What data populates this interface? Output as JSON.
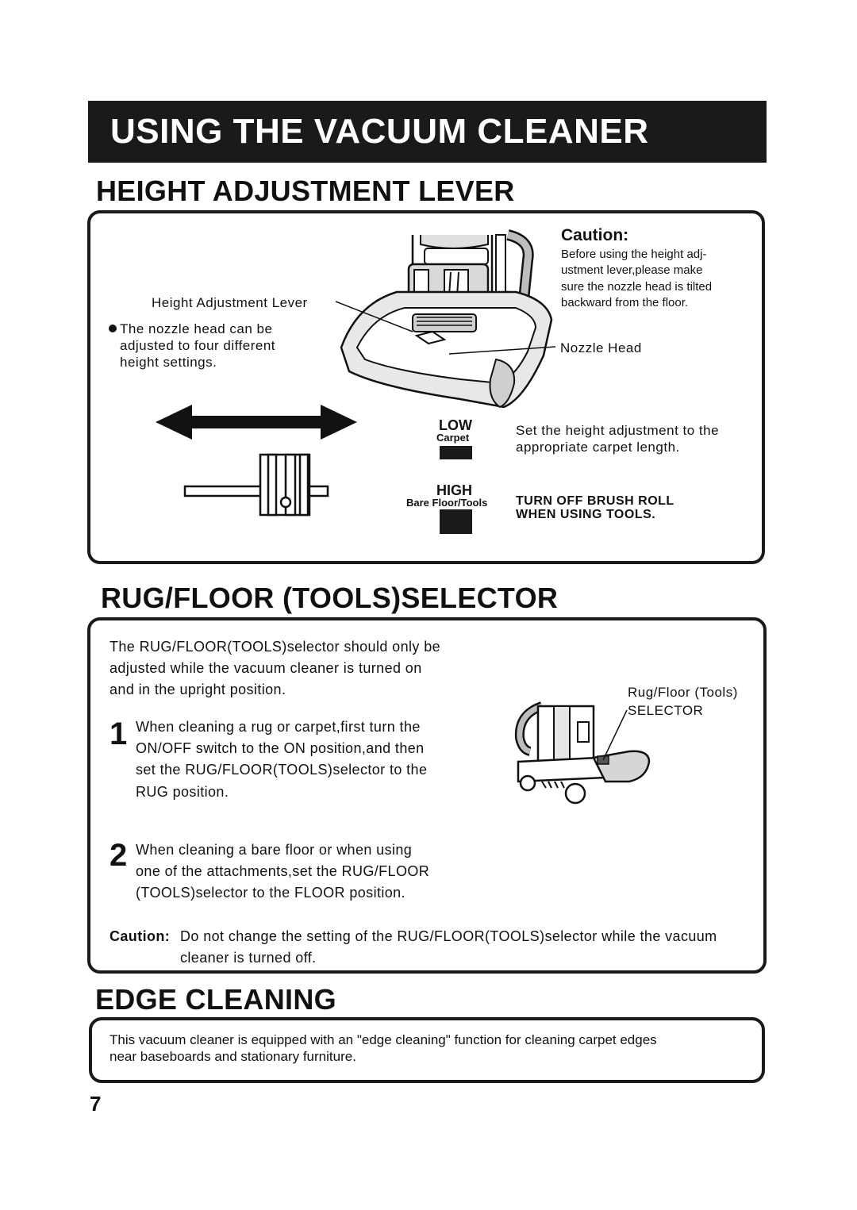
{
  "title": "USING  THE  VACUUM CLEANER",
  "sections": {
    "height": {
      "heading": "HEIGHT ADJUSTMENT LEVER",
      "lever_label": "Height Adjustment Lever",
      "bullet_lines": [
        "The nozzle head can be",
        "adjusted to four different",
        "height settings."
      ],
      "caution_title": "Caution:",
      "caution_lines": [
        "Before using the height  adj-",
        "ustment  lever,please make",
        "sure the nozzle head is tilted",
        "backward from  the floor."
      ],
      "nozzle_label": "Nozzle Head",
      "low_label": "LOW",
      "low_sub": "Carpet",
      "high_label": "HIGH",
      "high_sub": "Bare Floor/Tools",
      "set_lines": [
        "Set the height adjustment to the",
        "appropriate carpet length."
      ],
      "turnoff_lines": [
        "TURN OFF BRUSH ROLL",
        "WHEN USING TOOLS."
      ]
    },
    "rug": {
      "heading": "RUG/FLOOR (TOOLS)SELECTOR",
      "intro_lines": [
        "The RUG/FLOOR(TOOLS)selector should only be",
        "adjusted while the vacuum cleaner is turned on",
        "and in the upright position."
      ],
      "selector_label_lines": [
        "Rug/Floor (Tools)",
        "SELECTOR"
      ],
      "step1_number": "1",
      "step1_lines": [
        "When cleaning a rug or carpet,first turn the",
        "ON/OFF switch to the ON position,and then",
        "set the RUG/FLOOR(TOOLS)selector to the",
        "RUG position."
      ],
      "step2_number": "2",
      "step2_lines": [
        "When cleaning a bare floor or when using",
        "one of the attachments,set the RUG/FLOOR",
        "(TOOLS)selector to the FLOOR position."
      ],
      "caution_label": "Caution:",
      "caution_lines": [
        "Do not change the setting of the RUG/FLOOR(TOOLS)selector while the vacuum",
        "cleaner is turned off."
      ]
    },
    "edge": {
      "heading": "EDGE CLEANING",
      "lines": [
        "This vacuum cleaner is equipped with an  \"edge cleaning\"  function for cleaning carpet edges",
        "near baseboards and stationary furniture."
      ]
    }
  },
  "page_number": "7"
}
